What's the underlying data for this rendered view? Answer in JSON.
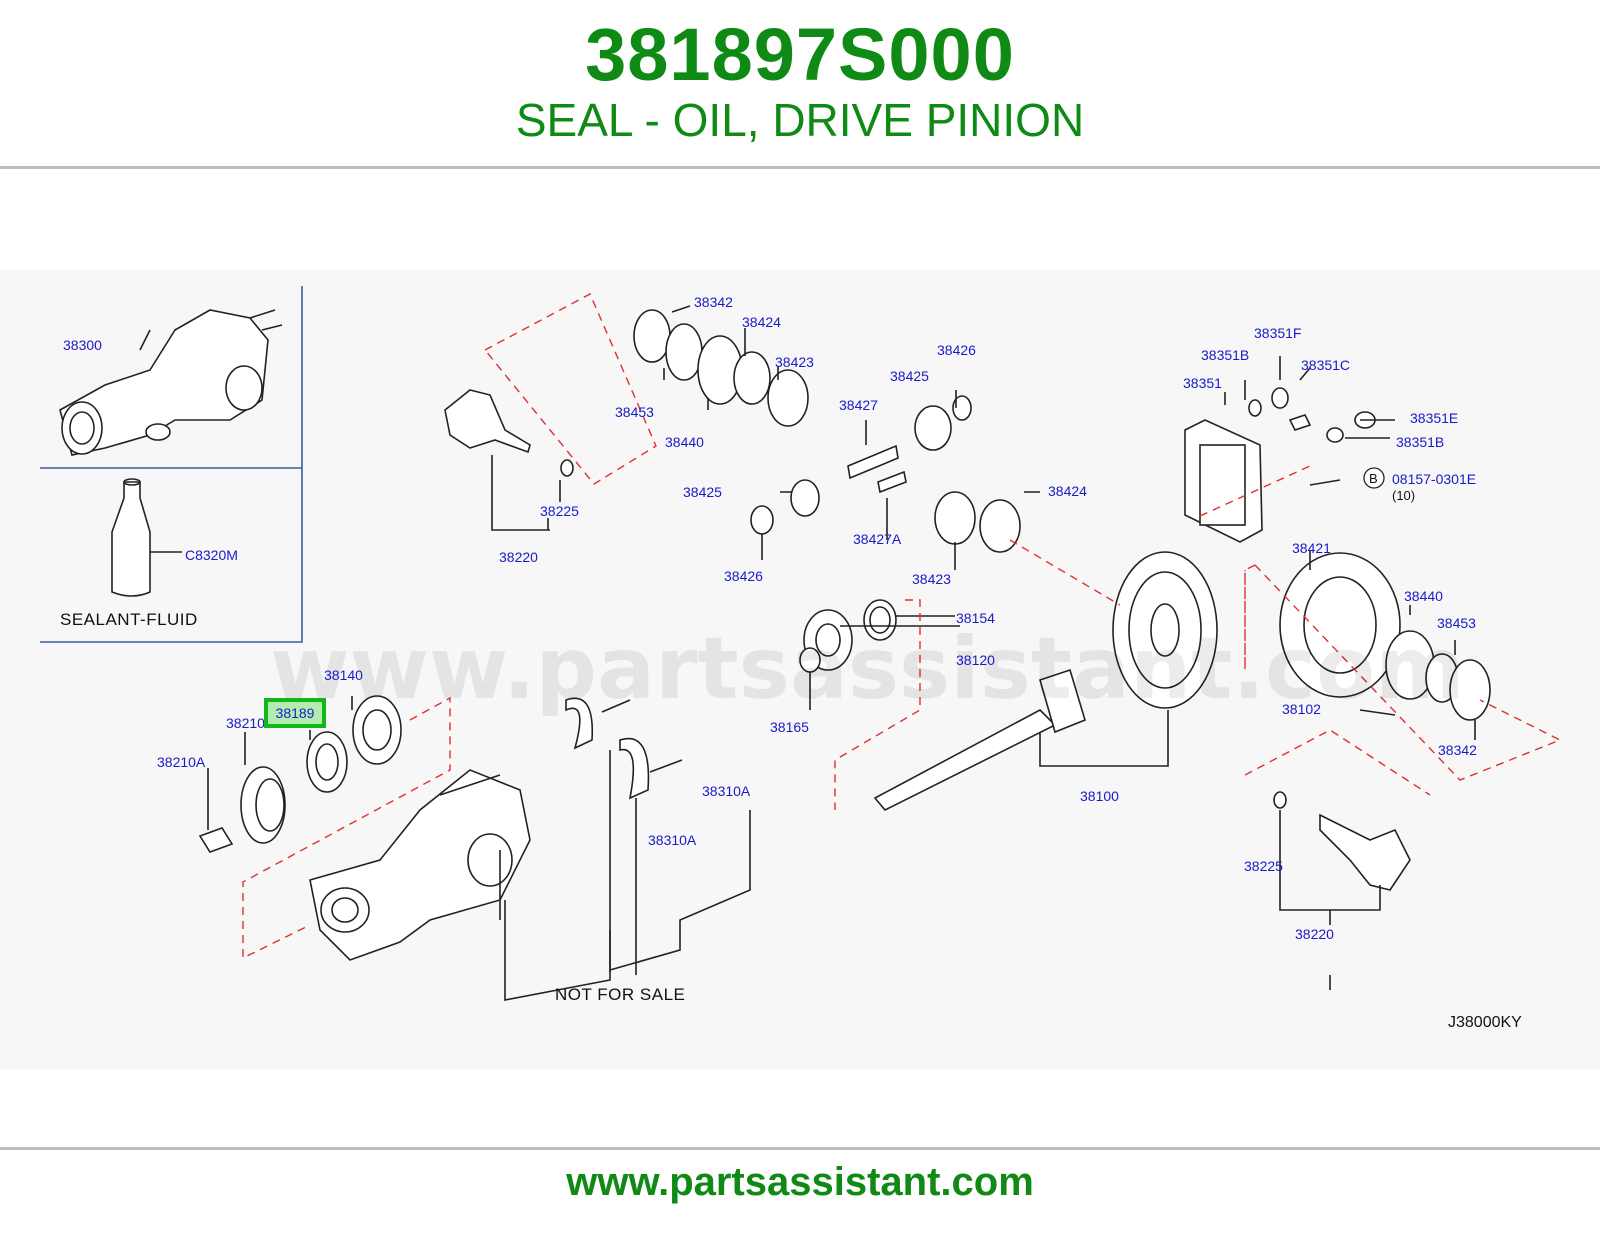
{
  "header": {
    "part_number": "381897S000",
    "part_name": "SEAL - OIL, DRIVE PINION"
  },
  "diagram": {
    "labels": {
      "l38300": "38300",
      "lC8320M": "C8320M",
      "sealant": "SEALANT-FLUID",
      "l38140": "38140",
      "l38189": "38189",
      "l38210": "38210",
      "l38210A": "38210A",
      "l38342a": "38342",
      "l38424a": "38424",
      "l38423a": "38423",
      "l38453a": "38453",
      "l38440a": "38440",
      "l38225a": "38225",
      "l38220a": "38220",
      "l38426a": "38426",
      "l38425a": "38425",
      "l38427": "38427",
      "l38425b": "38425",
      "l38426b": "38426",
      "l38427A": "38427A",
      "l38423b": "38423",
      "l38424b": "38424",
      "l38154": "38154",
      "l38120": "38120",
      "l38165": "38165",
      "l38100": "38100",
      "l38310Aa": "38310A",
      "l38310Ab": "38310A",
      "not_for_sale": "NOT   FOR   SALE",
      "l38351F": "38351F",
      "l38351Ba": "38351B",
      "l38351C": "38351C",
      "l38351": "38351",
      "l38351E": "38351E",
      "l38351Bb": "38351B",
      "bolt_code": "08157-0301E",
      "bolt_qty": "(10)",
      "bolt_ref": "B",
      "l38421": "38421",
      "l38440b": "38440",
      "l38453b": "38453",
      "l38102": "38102",
      "l38342b": "38342",
      "l38225b": "38225",
      "l38220b": "38220",
      "figure_code": "J38000KY"
    },
    "watermark": "www.partsassistant.com",
    "highlighted_part": "38189"
  },
  "footer": {
    "url": "www.partsassistant.com"
  },
  "colors": {
    "brand_green": "#0f8a14",
    "label_blue": "#1a1ac8",
    "highlight": "#12b81a",
    "dashed_red": "#e03030"
  }
}
